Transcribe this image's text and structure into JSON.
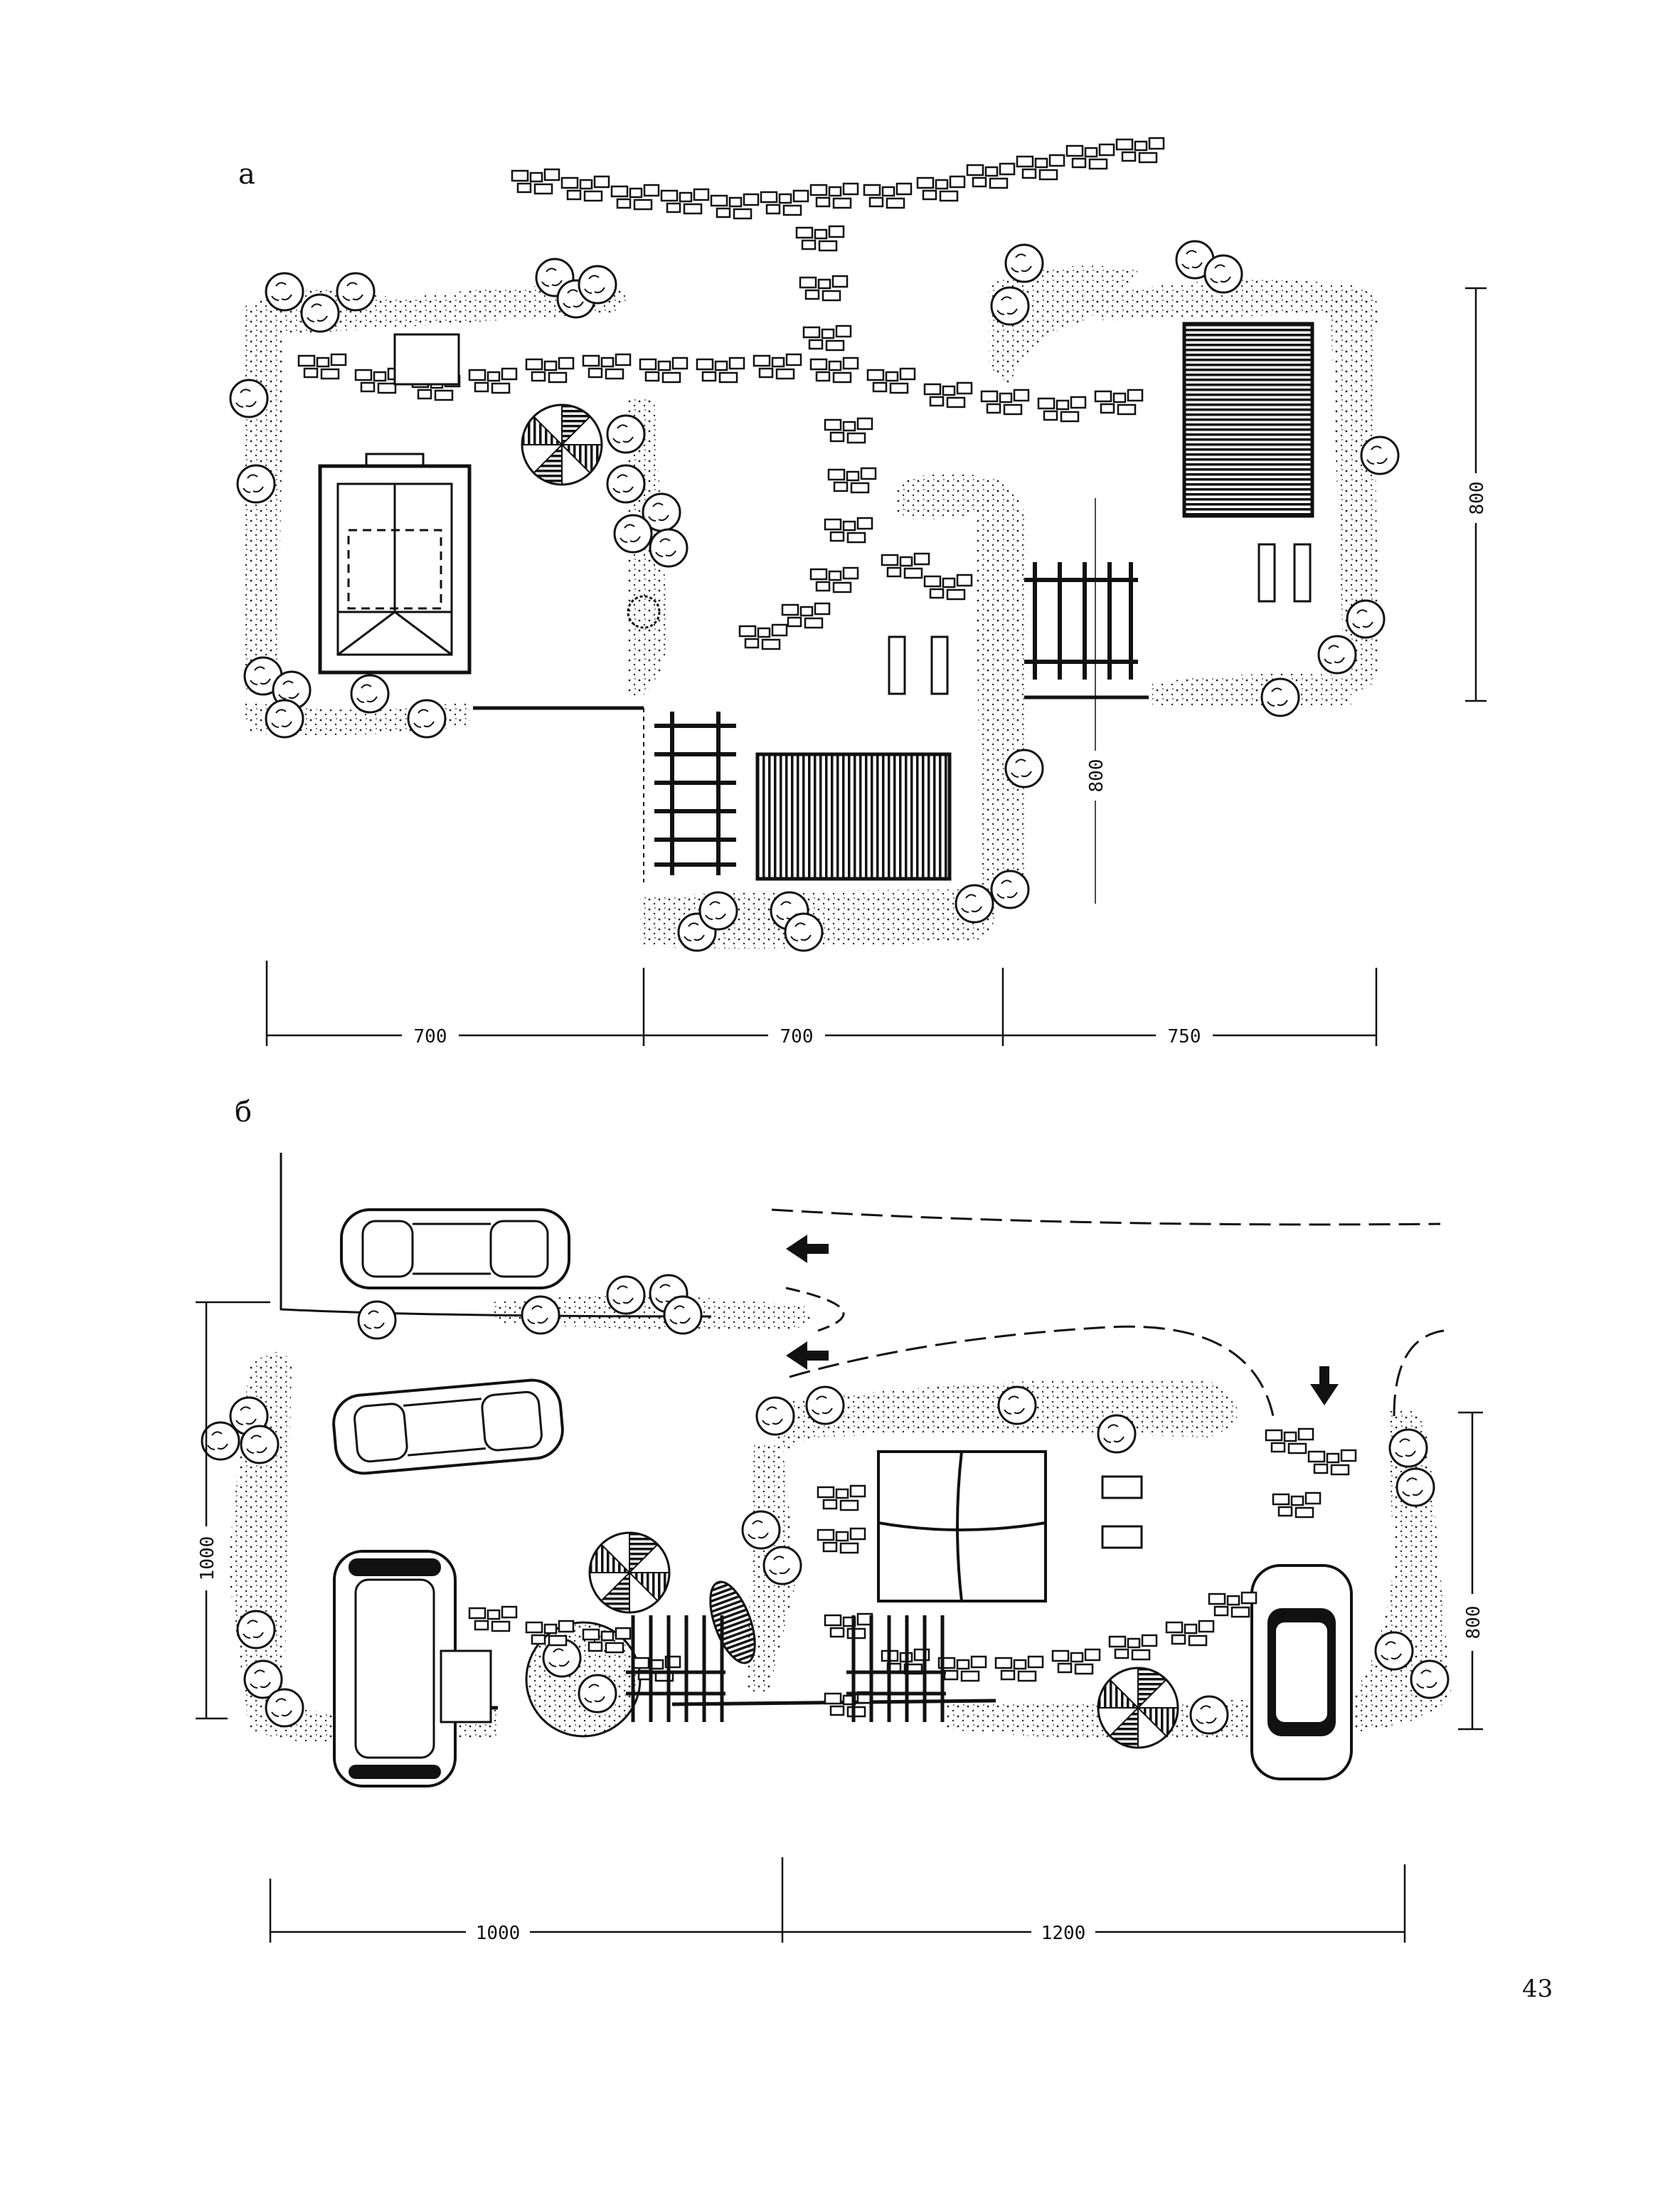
{
  "page": {
    "page_number": "43"
  },
  "figures": [
    {
      "id": "a",
      "label": "а",
      "dimensions": {
        "bottom": [
          "700",
          "700",
          "750"
        ],
        "right_upper": "800",
        "right_middle": "800"
      },
      "features": [
        "tree-clumps",
        "stone-path",
        "pergola",
        "umbrella",
        "lawn",
        "paved-terrace",
        "pavilion"
      ]
    },
    {
      "id": "b",
      "label": "б",
      "dimensions": {
        "bottom": [
          "1000",
          "1200"
        ],
        "left": "1000",
        "right": "800"
      },
      "features": [
        "cars",
        "tent",
        "umbrellas",
        "pergolas",
        "stone-path",
        "entry-arrows",
        "hedge"
      ]
    }
  ]
}
